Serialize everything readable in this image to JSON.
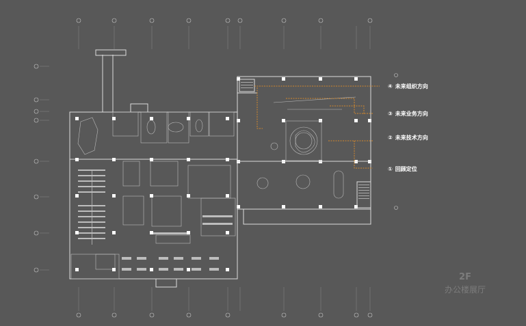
{
  "callouts": [
    {
      "num": "④",
      "text": "未来组织方向"
    },
    {
      "num": "③",
      "text": "未来业务方向"
    },
    {
      "num": "②",
      "text": "未来技术方向"
    },
    {
      "num": "①",
      "text": "回顾定位"
    }
  ],
  "floor": {
    "level": "2F",
    "name": "办公楼展厅"
  },
  "colors": {
    "background": "#585858",
    "lines": "#d8d8d8",
    "accent": "#d4892b",
    "label": "#ffffff",
    "floor_text": "#7c7c7c"
  }
}
